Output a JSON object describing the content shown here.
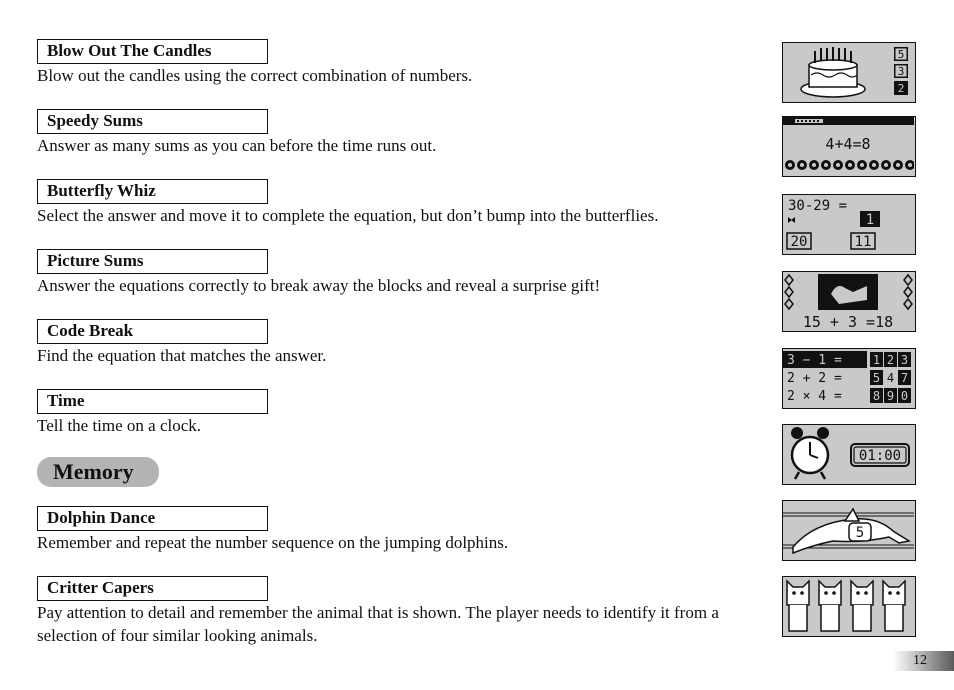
{
  "games": [
    {
      "title": "Blow Out The Candles",
      "description": "Blow out the candles using the correct combination of numbers."
    },
    {
      "title": "Speedy Sums",
      "description": "Answer as many sums as you can before the time runs out."
    },
    {
      "title": "Butterfly Whiz",
      "description": "Select the answer and move it to complete the equation, but don’t bump into the butterflies."
    },
    {
      "title": "Picture Sums",
      "description": "Answer the equations correctly to break away the blocks and reveal a surprise gift!"
    },
    {
      "title": "Code Break",
      "description": "Find the equation that matches the answer."
    },
    {
      "title": "Time",
      "description": "Tell the time on a clock."
    },
    {
      "title": "Dolphin Dance",
      "description": "Remember and repeat the number sequence on the jumping dolphins."
    },
    {
      "title": "Critter Capers",
      "description": "Pay attention to detail and remember the animal that is shown. The player needs to identify it from a selection of four similar looking animals."
    }
  ],
  "section": {
    "label": "Memory"
  },
  "screens": {
    "candles": {
      "digits": [
        "5",
        "3",
        "2"
      ]
    },
    "speedy": {
      "equation": "4+4=8"
    },
    "butterfly": {
      "equation": "30-29 =",
      "answer": "1",
      "choice_a": "20",
      "choice_b": "11"
    },
    "picture": {
      "equation": "15 + 3 =18"
    },
    "code": {
      "rows": [
        "3 − 1 =",
        "2 + 2 =",
        "2 × 4 ="
      ],
      "keys": [
        "1",
        "2",
        "3",
        "5",
        "4",
        "7",
        "8",
        "9",
        "0"
      ]
    },
    "time": {
      "clock": "01:00"
    },
    "dolphin": {
      "digit": "5"
    }
  },
  "page": {
    "number": "12"
  }
}
